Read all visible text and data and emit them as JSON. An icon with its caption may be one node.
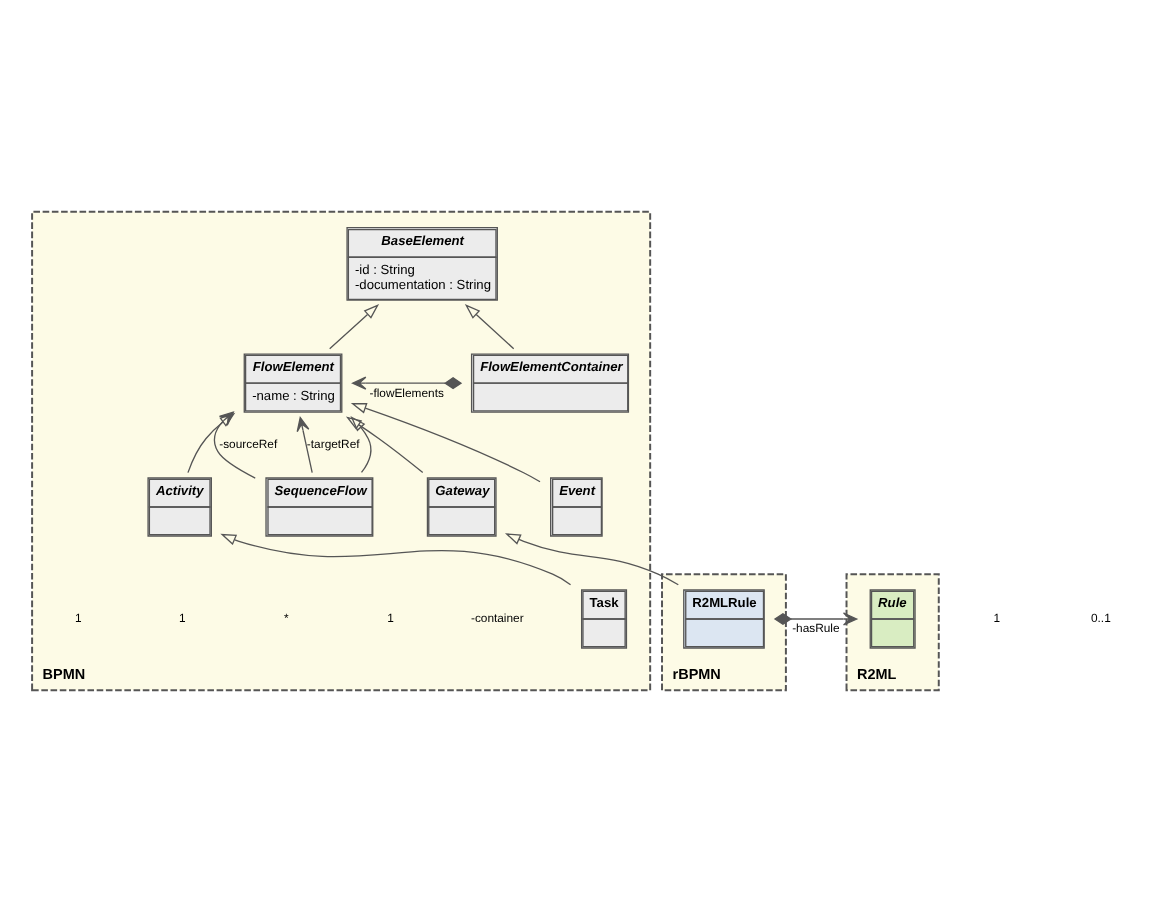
{
  "diagram": {
    "nodes": [
      {
        "text": [
          "BPMN"
        ]
      },
      {
        "text": [
          "BaseElement",
          "-id : String",
          "-documentation : String"
        ],
        "in": 0
      },
      {
        "text": [
          "FlowElementContainer"
        ],
        "in": 0
      },
      {
        "text": [
          "FlowElement",
          "-name : String"
        ],
        "in": 0
      },
      {
        "text": [
          "Activity"
        ],
        "in": 0
      },
      {
        "text": [
          "Event"
        ],
        "in": 0
      },
      {
        "text": [
          "Gateway"
        ],
        "in": 0
      },
      {
        "text": [
          "SequenceFlow"
        ],
        "in": 0
      },
      {
        "text": [
          "Task"
        ],
        "in": 0
      },
      {
        "text": [
          "R2ML"
        ]
      },
      {
        "text": [
          "Rule"
        ],
        "in": 9
      },
      {
        "text": [
          "rBPMN"
        ]
      },
      {
        "text": [
          "R2MLRule"
        ],
        "in": 11
      }
    ],
    "edges": [
      {
        "from": 2,
        "to": 1,
        "arrow": "to"
      },
      {
        "from": 3,
        "to": 1,
        "arrow": "to"
      },
      {
        "from": 2,
        "to": 3,
        "arrow": "to",
        "label": "-flowElements"
      },
      {
        "from": 7,
        "to": 3,
        "arrow": "to",
        "label": "-sourceRef"
      },
      {
        "from": 7,
        "to": 3,
        "arrow": "to",
        "label": "-targetRef"
      },
      {
        "from": 4,
        "to": 3,
        "arrow": "to"
      },
      {
        "from": 5,
        "to": 3,
        "arrow": "to"
      },
      {
        "from": 6,
        "to": 3,
        "arrow": "to"
      },
      {
        "from": 7,
        "to": 3,
        "arrow": "to"
      },
      {
        "from": 8,
        "to": 4,
        "arrow": "to"
      },
      {
        "from": 12,
        "to": 6,
        "arrow": "to"
      },
      {
        "from": 12,
        "to": 10,
        "arrow": "to",
        "label": "-hasRule"
      }
    ],
    "labels": [
      "-container",
      "1",
      "*",
      "1",
      "1",
      "1",
      "0..1"
    ]
  }
}
